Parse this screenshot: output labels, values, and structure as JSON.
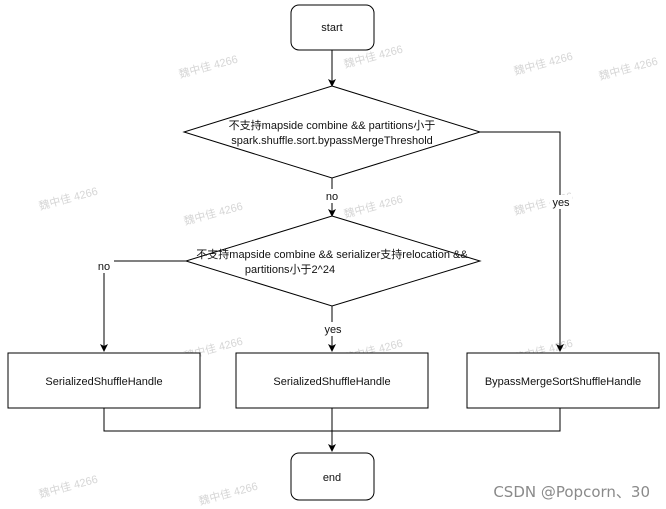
{
  "nodes": {
    "start": {
      "label": "start"
    },
    "decision1": {
      "lines": [
        "不支持mapside combine &&  partitions小于",
        "spark.shuffle.sort.bypassMergeThreshold"
      ]
    },
    "decision2": {
      "lines": [
        "不支持mapside combine &&  serializer支持relocation &&",
        "partitions小于2^24"
      ]
    },
    "serialized_left": {
      "label": "SerializedShuffleHandle"
    },
    "serialized_mid": {
      "label": "SerializedShuffleHandle"
    },
    "bypass": {
      "label": "BypassMergeSortShuffleHandle"
    },
    "end": {
      "label": "end"
    }
  },
  "edges": {
    "d1_no": "no",
    "d1_yes": "yes",
    "d2_no": "no",
    "d2_yes": "yes"
  },
  "watermark": "魏中佳 4266",
  "credit": "CSDN @Popcorn、30"
}
